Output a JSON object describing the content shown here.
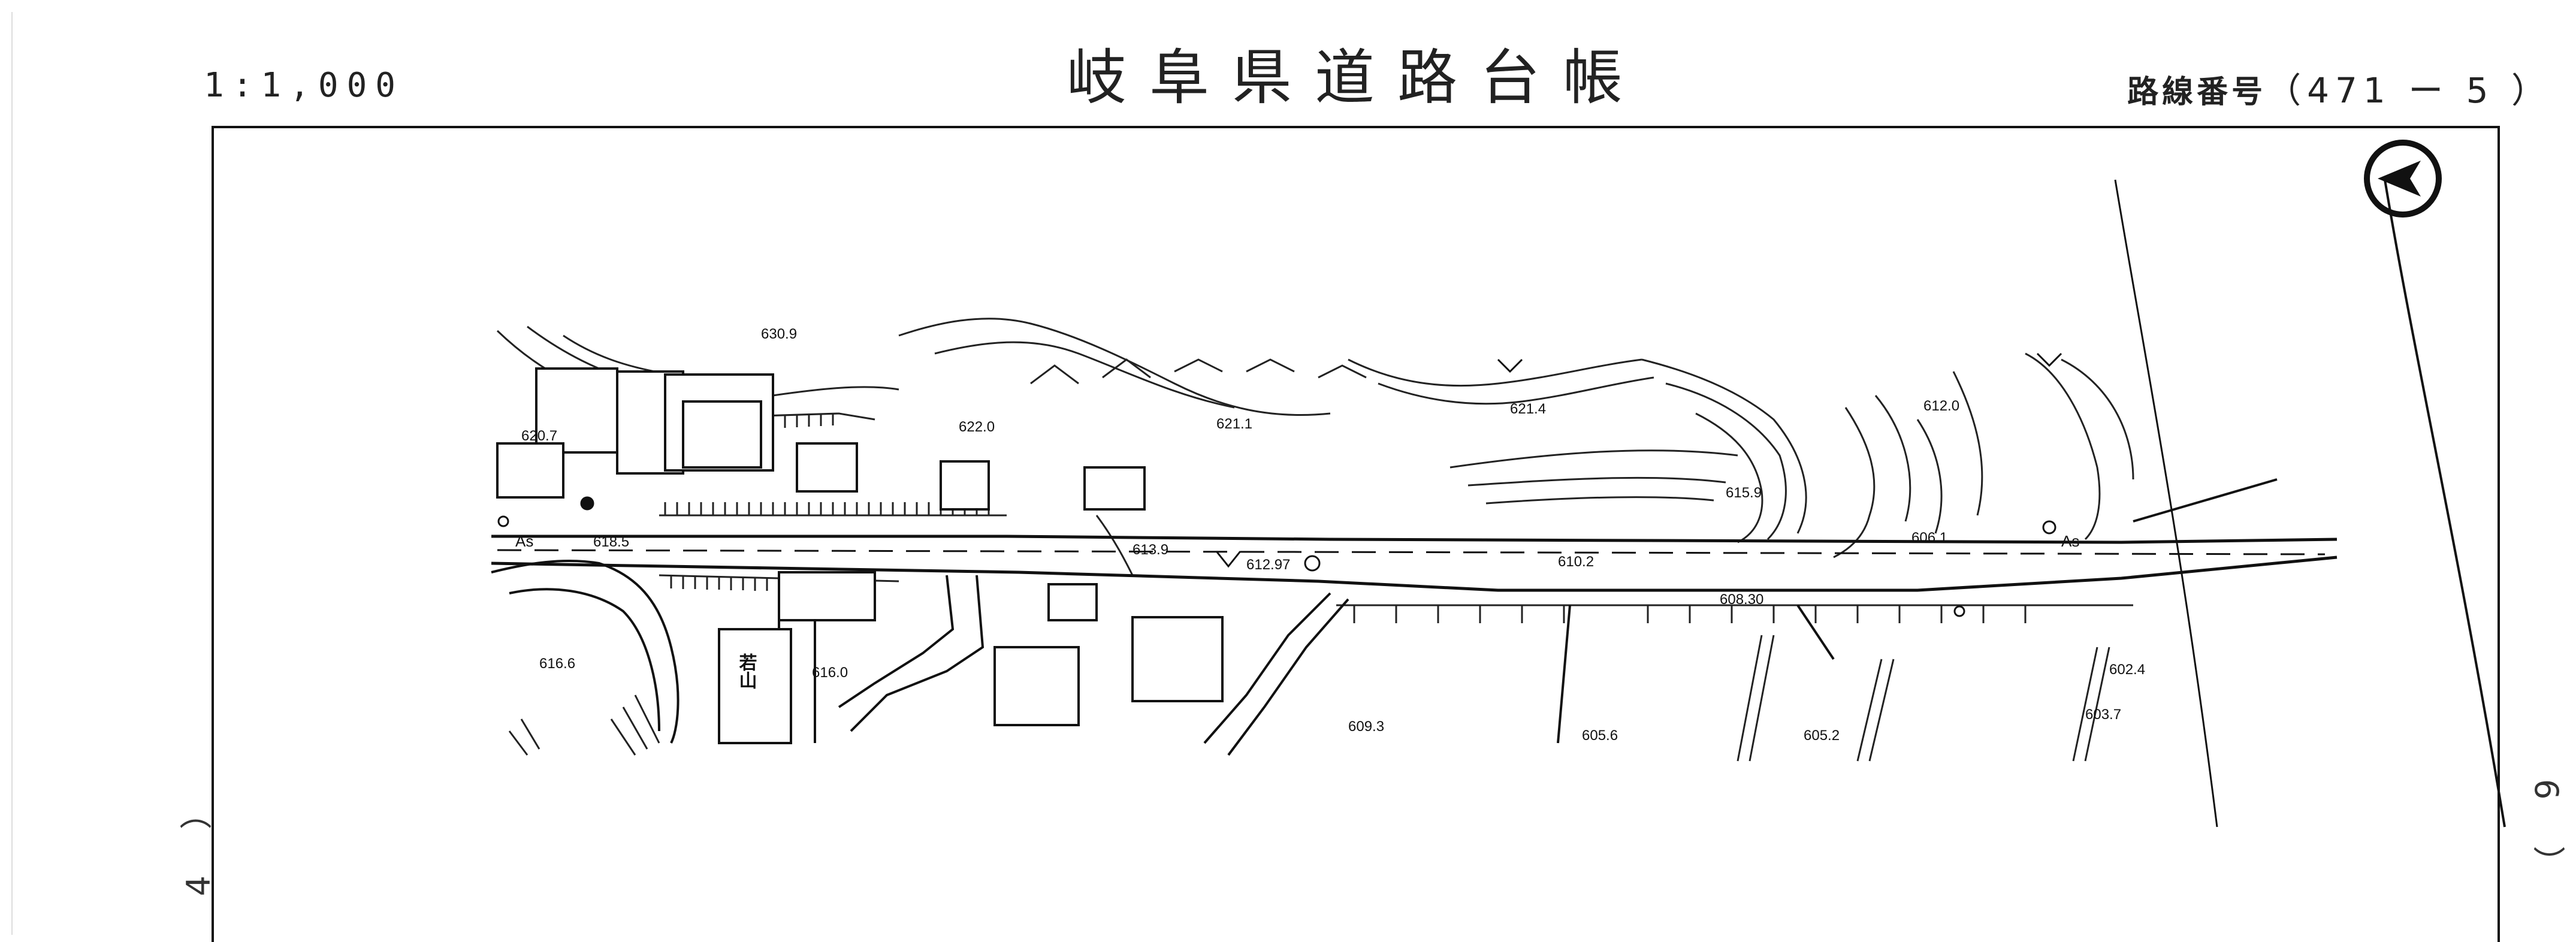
{
  "header": {
    "scale": "1:1,000",
    "title": "岐阜県道路台帳",
    "route_label": "路線番号",
    "route_number": "（471 ー 5 ）"
  },
  "page_left": "4 ）",
  "page_right": "6 ）",
  "map": {
    "north_symbol": "north-arrow-icon",
    "road_label": "As",
    "facility_label": "若山",
    "spot_heights": [
      "620.7",
      "622.0",
      "621.1",
      "621.4",
      "612.0",
      "615.9",
      "606.1",
      "618.5",
      "613.9",
      "612.97",
      "610.2",
      "608.30",
      "616.6",
      "616.0",
      "609.3",
      "605.6",
      "605.2",
      "602.4",
      "603.7",
      "630.9"
    ]
  }
}
